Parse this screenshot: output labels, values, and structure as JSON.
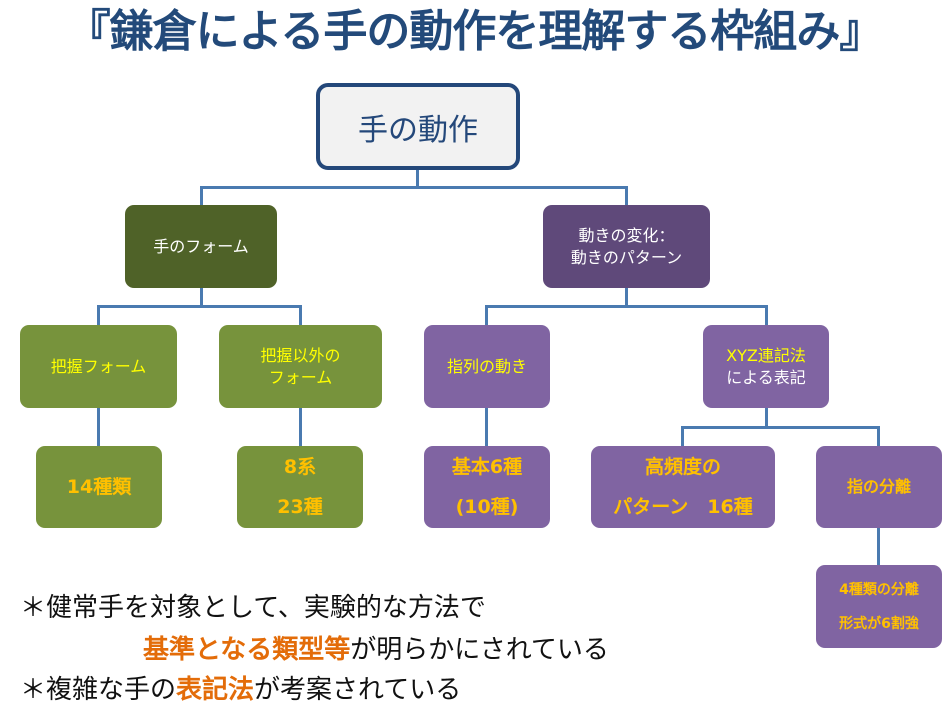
{
  "title": "『鎌倉による手の動作を理解する枠組み』",
  "root": {
    "label": "手の動作"
  },
  "level1": {
    "form": {
      "label": "手のフォーム"
    },
    "motion": {
      "line1": "動きの変化：",
      "line2": "動きのパターン"
    }
  },
  "level2": {
    "grasp": {
      "label": "把握フォーム"
    },
    "non_grasp": {
      "line1": "把握以外の",
      "line2": "フォーム"
    },
    "finger_sequence": {
      "label": "指列の動き"
    },
    "xyz": {
      "line1": "XYZ連記法",
      "line2": "による表記"
    }
  },
  "level3": {
    "grasp_types": {
      "label": "14種類"
    },
    "non_grasp_types": {
      "line1": "8系",
      "line2": "23種"
    },
    "basic_types": {
      "line1": "基本6種",
      "line2": "(10種)"
    },
    "frequent_patterns": {
      "line1": "高頻度の",
      "line2": "パターン　16種"
    },
    "finger_separation": {
      "label": "指の分離"
    }
  },
  "level4": {
    "separation_forms": {
      "line1": "4種類の分離",
      "line2": "形式が6割強"
    }
  },
  "notes": {
    "line1": "＊健常手を対象として、実験的な方法で",
    "line2_highlight": "基準となる類型等",
    "line2_rest": "が明らかにされている",
    "line3_prefix": "＊複雑な手の",
    "line3_highlight": "表記法",
    "line3_rest": "が考案されている"
  },
  "colors": {
    "title": "#234a7a",
    "connector": "#4a7ab0",
    "dark_olive": "#4f6228",
    "olive": "#77933c",
    "dark_purple": "#5f497a",
    "purple": "#8064a2",
    "leaf_text": "#ffc000",
    "highlight": "#e36c09"
  }
}
